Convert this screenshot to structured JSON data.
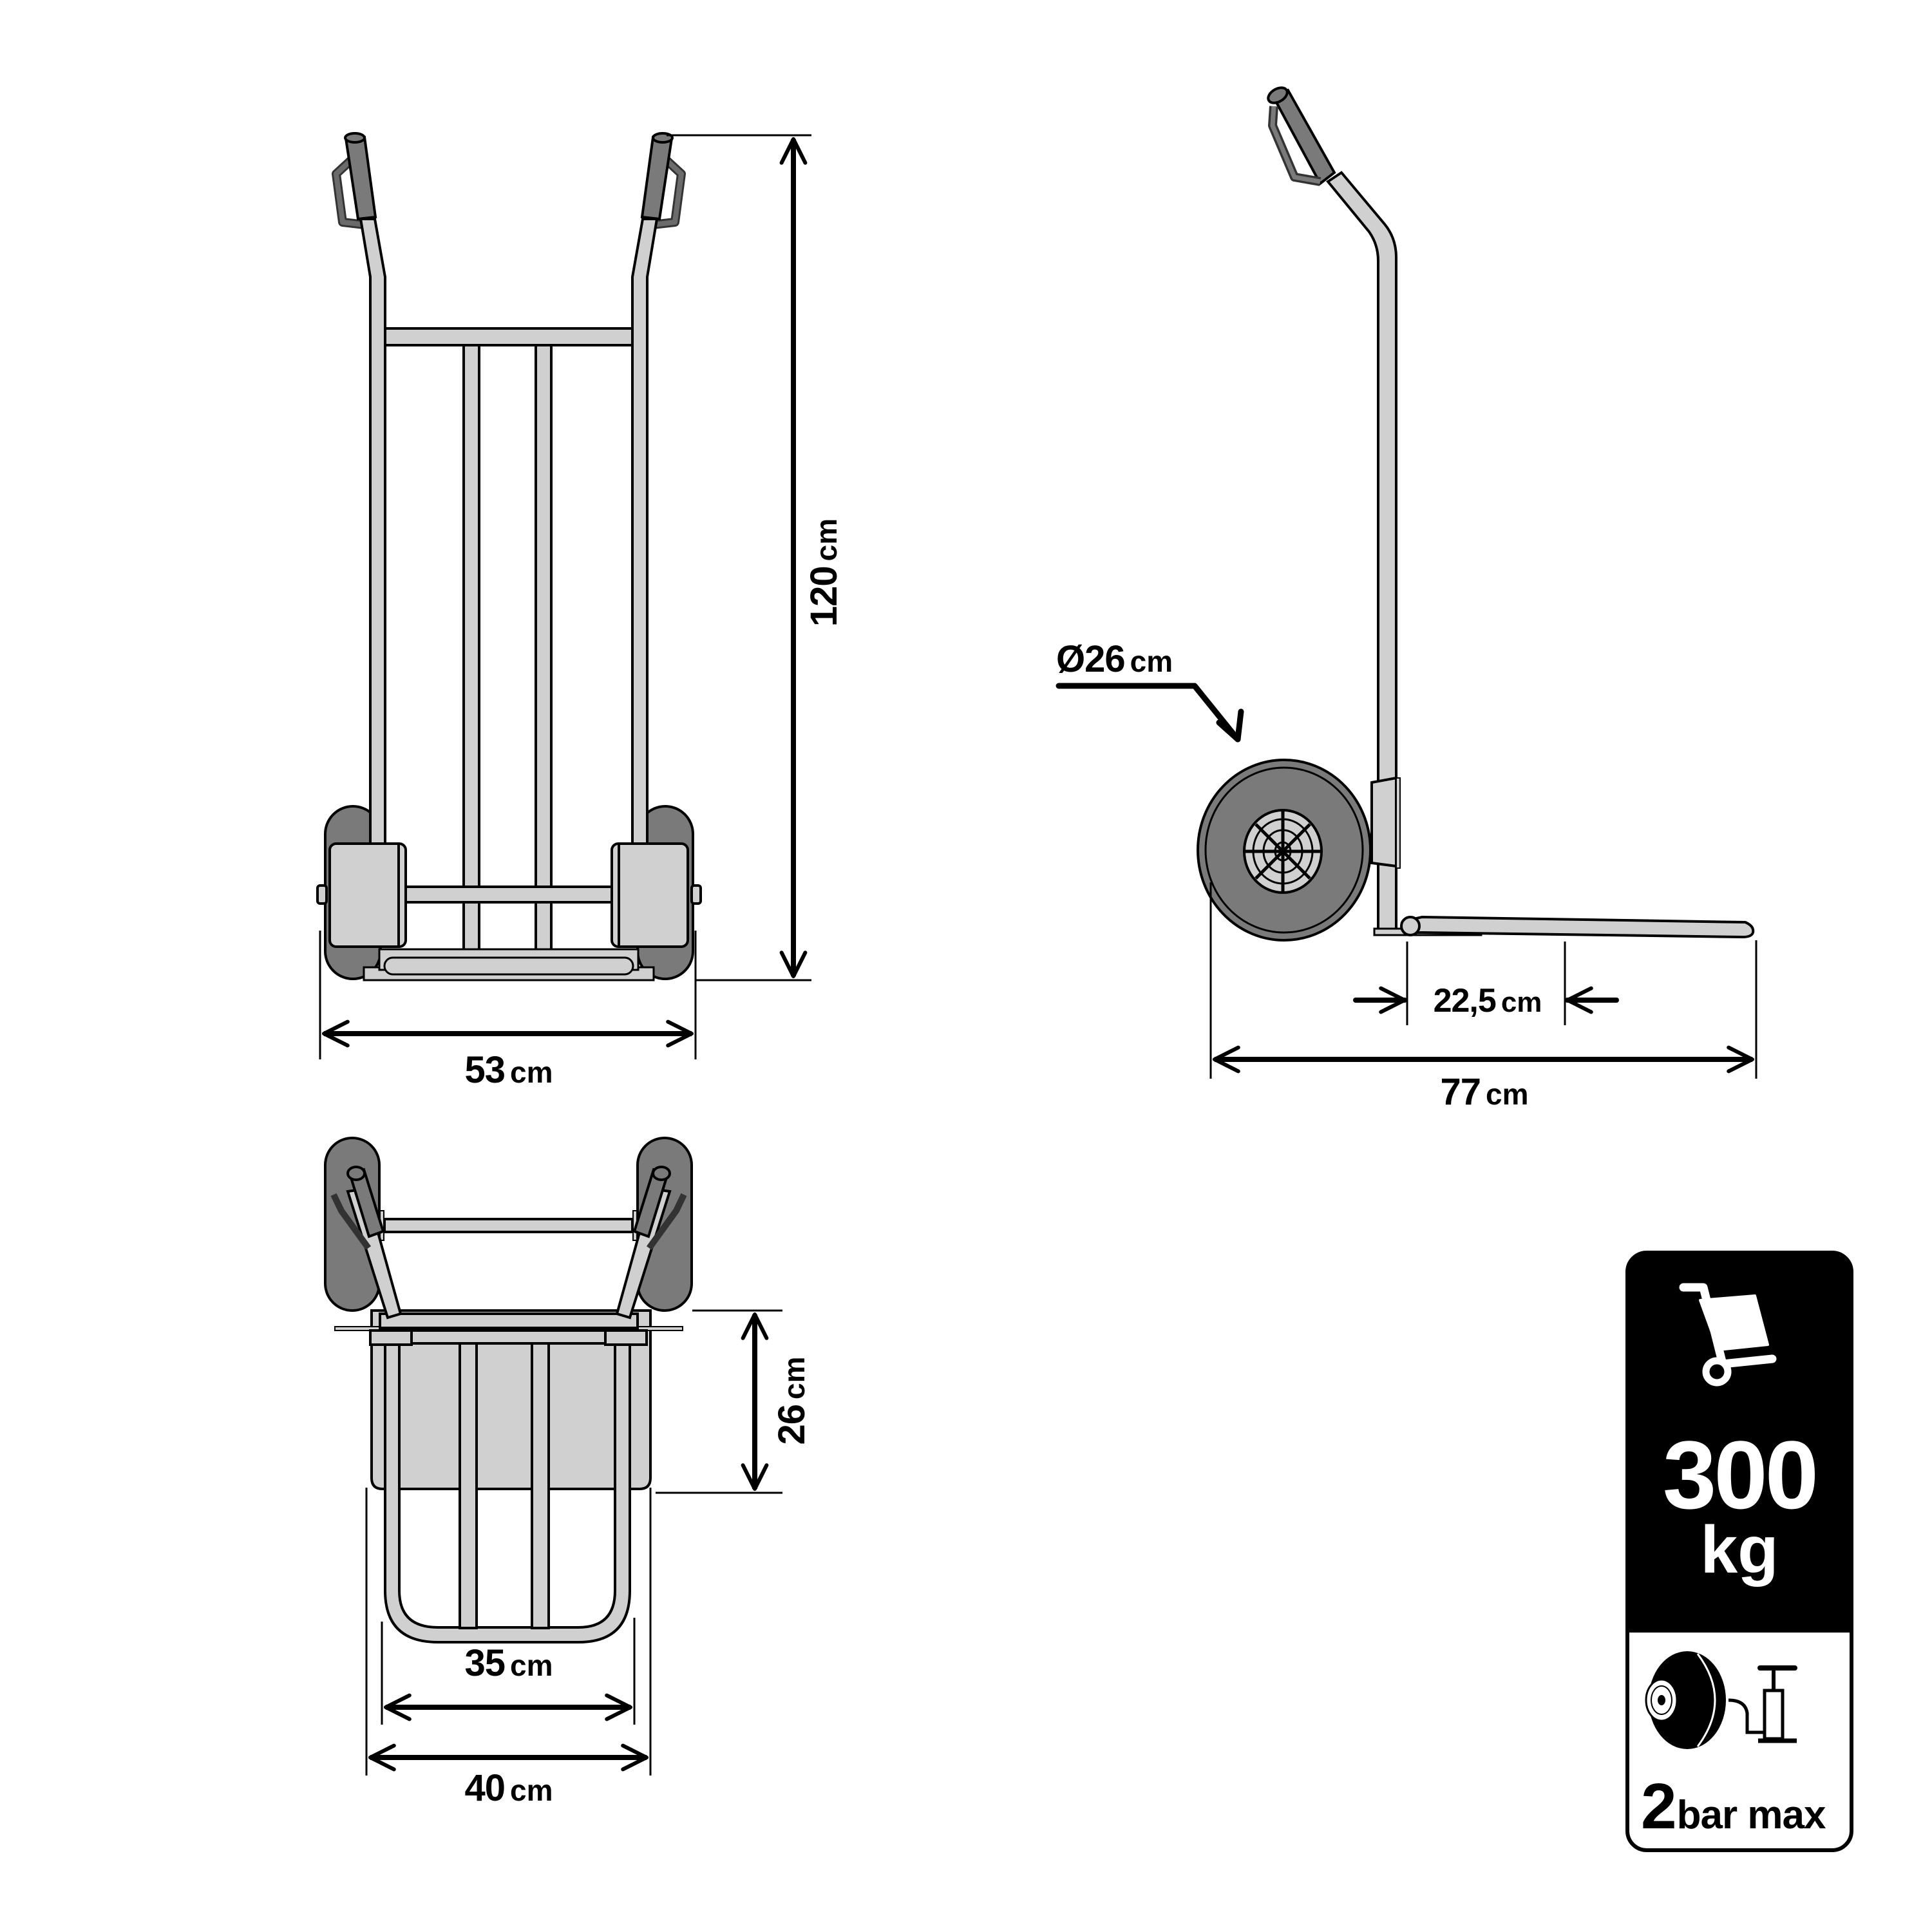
{
  "diagram": {
    "subject": "Hand truck dimension drawing",
    "views": [
      "front-view",
      "side-view",
      "top-view"
    ],
    "colors": {
      "frame": "#d0d0d0",
      "tire": "#7a7a7a",
      "outline": "#000000",
      "badge_bg": "#000000",
      "badge_fg": "#ffffff"
    }
  },
  "front_view": {
    "height_dim": {
      "value": "120",
      "unit": "cm"
    },
    "width_dim": {
      "value": "53",
      "unit": "cm"
    }
  },
  "side_view": {
    "wheel_dim": {
      "value": "Ø26",
      "unit": "cm"
    },
    "nose_dim": {
      "value": "22,5",
      "unit": "cm"
    },
    "depth_dim": {
      "value": "77",
      "unit": "cm"
    }
  },
  "top_view": {
    "nose_depth_dim": {
      "value": "26",
      "unit": "cm"
    },
    "inner_width_dim": {
      "value": "35",
      "unit": "cm"
    },
    "outer_width_dim": {
      "value": "40",
      "unit": "cm"
    }
  },
  "badge": {
    "icon_top": "hand-truck-icon",
    "load_value": "300",
    "load_unit": "kg",
    "icon_bottom": "tire-pump-icon",
    "pressure_value": "2",
    "pressure_unit": "bar max"
  }
}
